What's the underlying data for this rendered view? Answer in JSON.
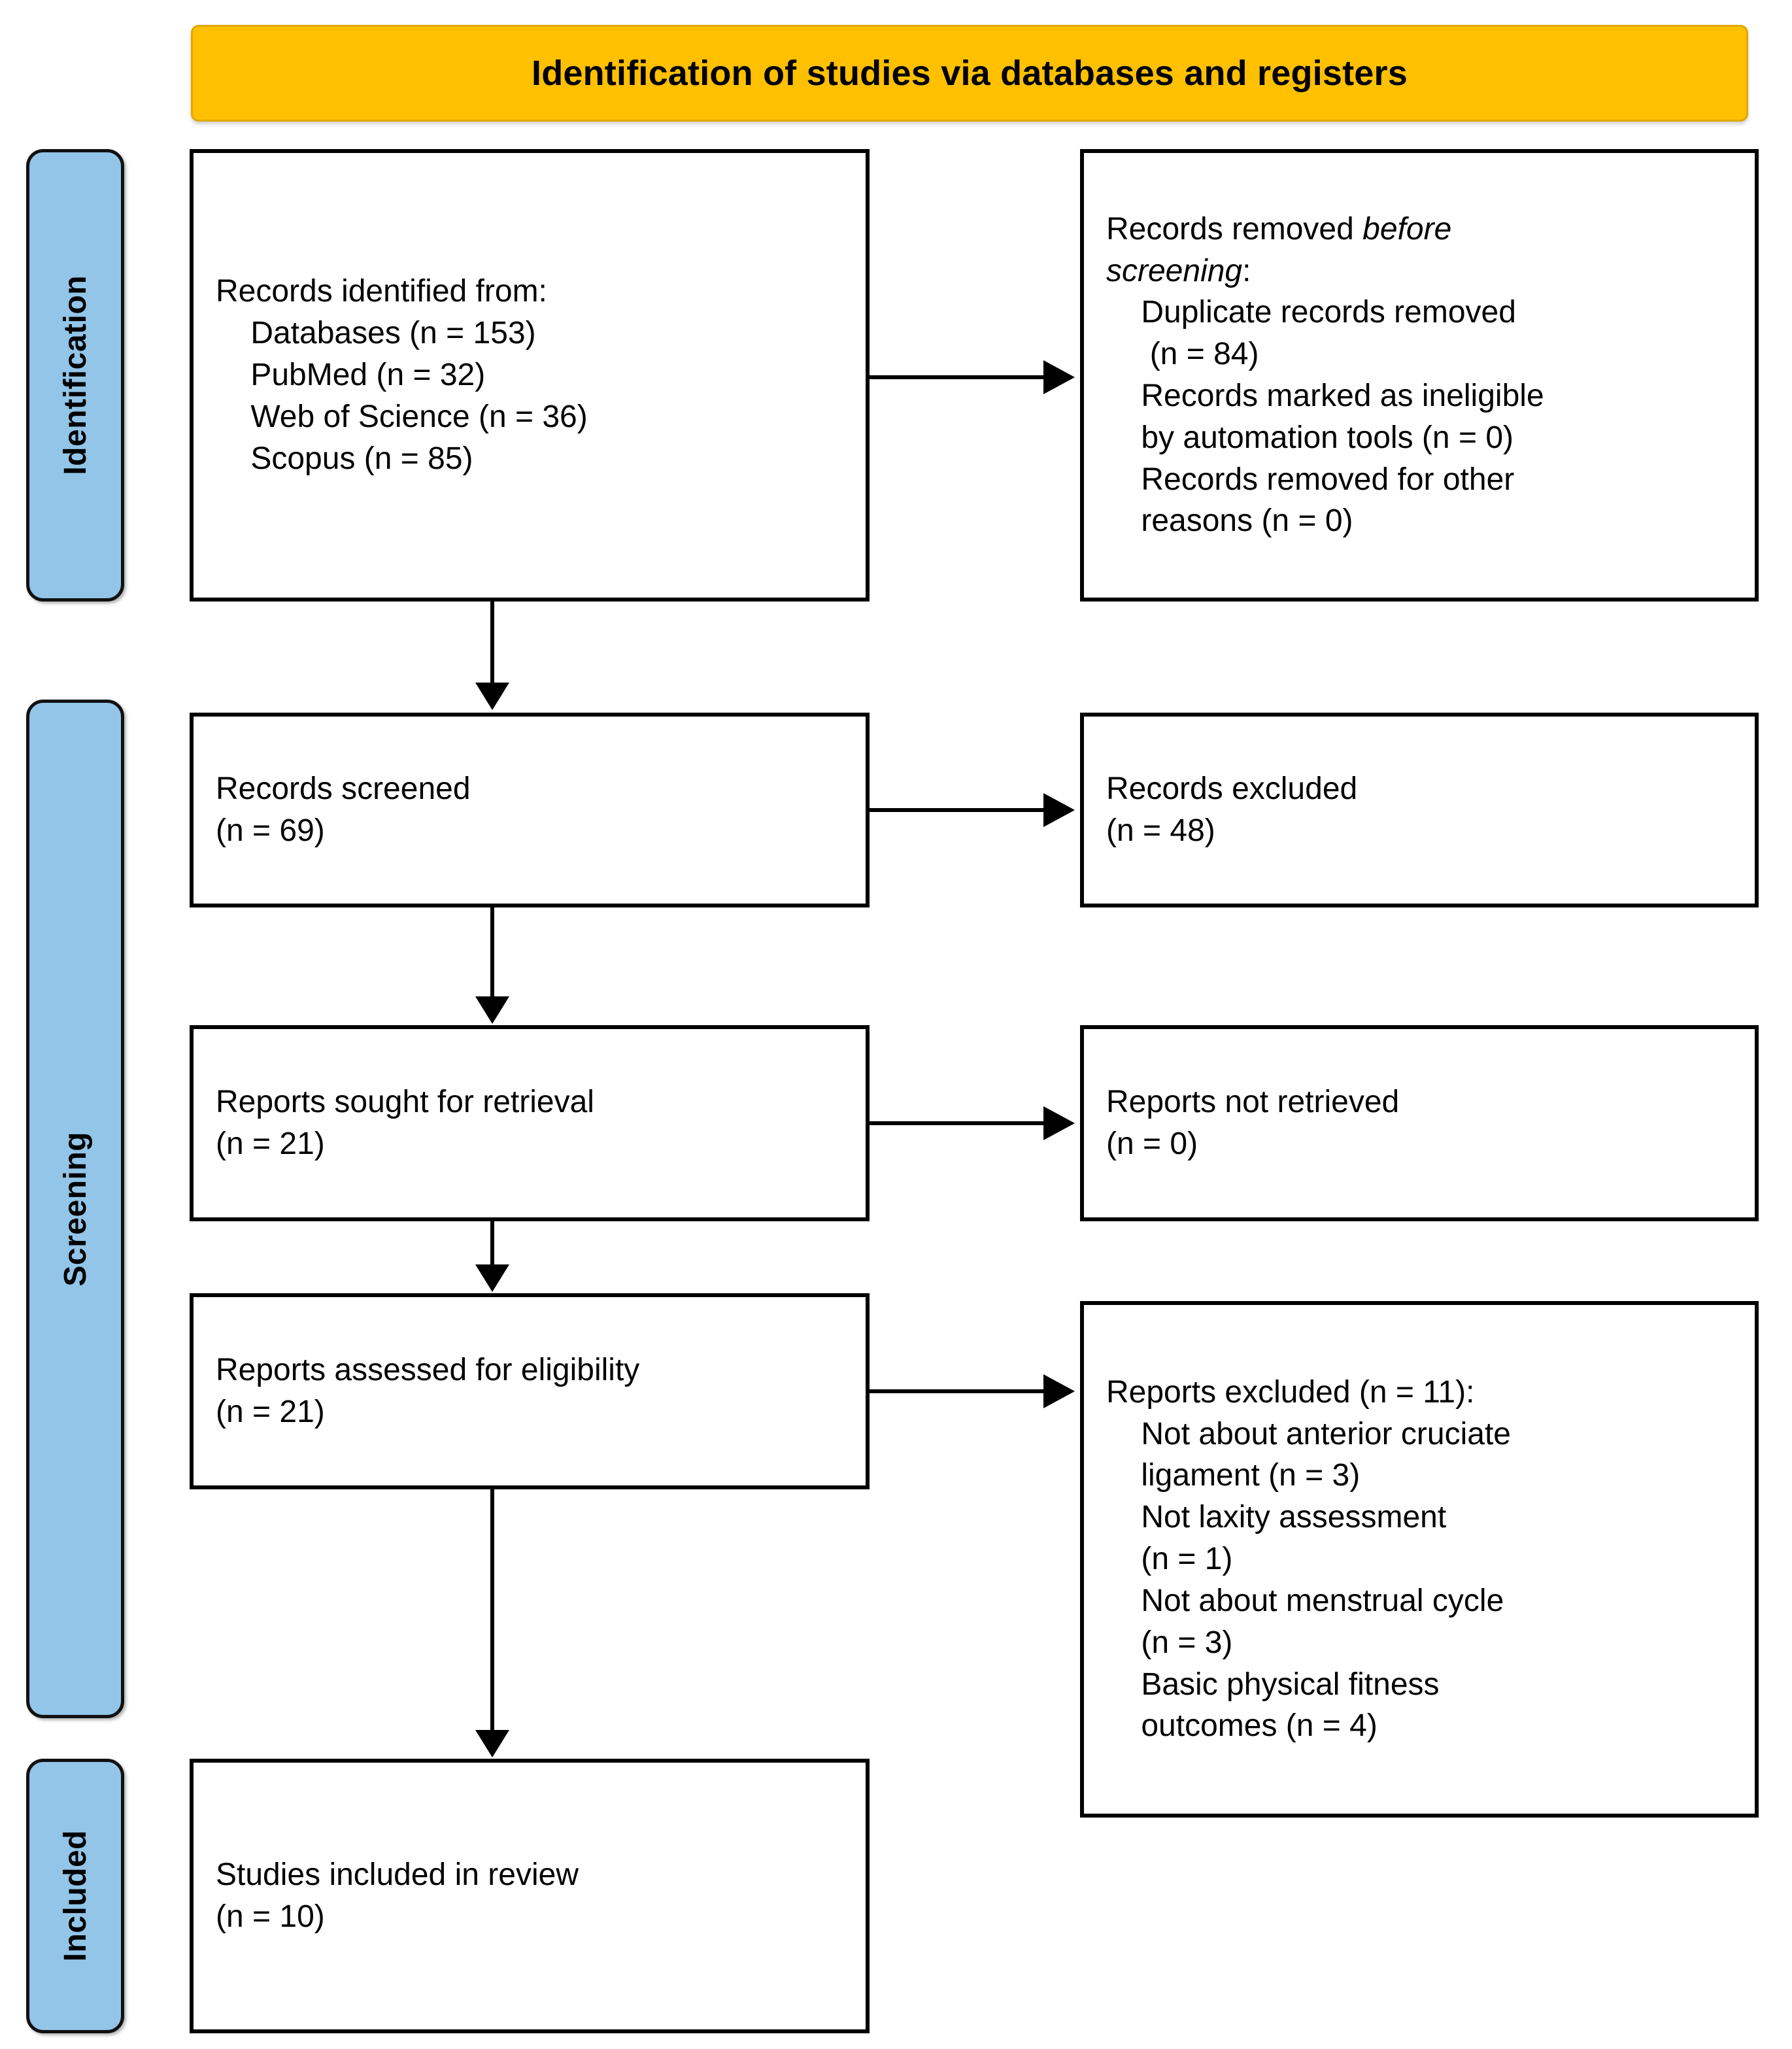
{
  "header": {
    "title": "Identification of studies via databases and registers"
  },
  "stages": [
    {
      "label": "Identification"
    },
    {
      "label": "Screening"
    },
    {
      "label": "Included"
    }
  ],
  "boxes": {
    "identified": "Records identified from:\n    Databases (n = 153)\n    PubMed (n = 32)\n    Web of Science (n = 36)\n    Scopus (n = 85)",
    "removed_line1": "Records removed ",
    "removed_italic1": "before",
    "removed_italic2": "screening",
    "removed_rest": ":\n    Duplicate records removed\n     (n = 84)\n    Records marked as ineligible\n    by automation tools (n = 0)\n    Records removed for other\n    reasons (n = 0)",
    "screened": "Records screened\n(n = 69)",
    "excluded": "Records excluded\n(n = 48)",
    "sought": "Reports sought for retrieval\n(n = 21)",
    "not_retrieved": "Reports not retrieved\n(n = 0)",
    "assessed": "Reports assessed for eligibility\n(n = 21)",
    "reports_excluded": "Reports excluded (n = 11):\n    Not about anterior cruciate\n    ligament (n = 3)\n    Not laxity assessment\n    (n = 1)\n    Not about menstrual cycle\n    (n = 3)\n    Basic physical fitness\n    outcomes (n = 4)",
    "included": "Studies included in review\n(n = 10)"
  },
  "counts": {
    "databases": 153,
    "pubmed": 32,
    "web_of_science": 36,
    "scopus": 85,
    "duplicate_records_removed": 84,
    "marked_ineligible_automation": 0,
    "removed_other_reasons": 0,
    "records_screened": 69,
    "records_excluded": 48,
    "reports_sought": 21,
    "reports_not_retrieved": 0,
    "reports_assessed": 21,
    "reports_excluded_total": 11,
    "excl_not_acl": 3,
    "excl_not_laxity": 1,
    "excl_not_menstrual": 3,
    "excl_basic_fitness": 4,
    "studies_included": 10
  },
  "colors": {
    "header_fill": "#FFC000",
    "stage_fill": "#92C5E8",
    "border": "#000000"
  }
}
